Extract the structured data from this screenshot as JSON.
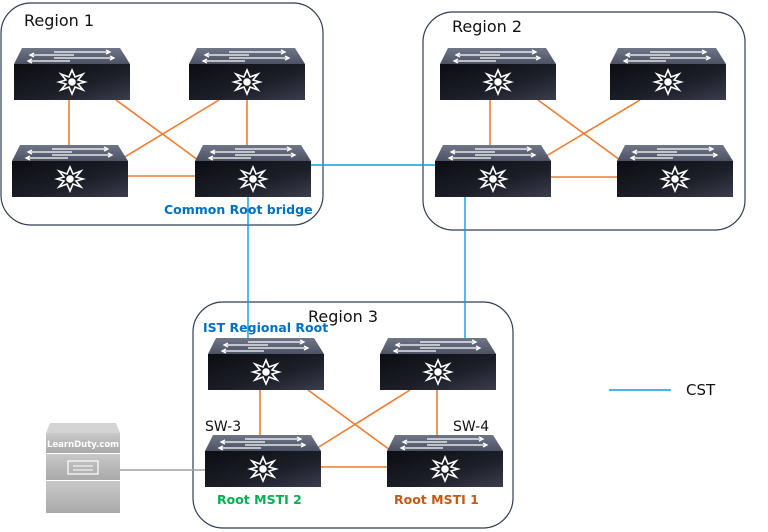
{
  "colors": {
    "region_border": "#2f3e56",
    "intra_link": "#ed7d31",
    "cst_link": "#00a2e8",
    "server_link": "#a0a0a0",
    "common_root": "#0070c0",
    "ist_root": "#0070c0",
    "msti2": "#00b050",
    "msti1": "#c55a11"
  },
  "regions": [
    {
      "id": "r1",
      "label": "Region 1"
    },
    {
      "id": "r2",
      "label": "Region 2"
    },
    {
      "id": "r3",
      "label": "Region 3"
    }
  ],
  "annotations": {
    "common_root_bridge": "Common Root bridge",
    "ist_regional_root": "IST Regional Root",
    "sw3": "SW-3",
    "sw4": "SW-4",
    "root_msti2": "Root MSTI 2",
    "root_msti1": "Root MSTI 1"
  },
  "server": {
    "label": "LearnDuty.com"
  },
  "legend": {
    "items": [
      {
        "label": "CST",
        "line": "cst_link"
      }
    ]
  }
}
